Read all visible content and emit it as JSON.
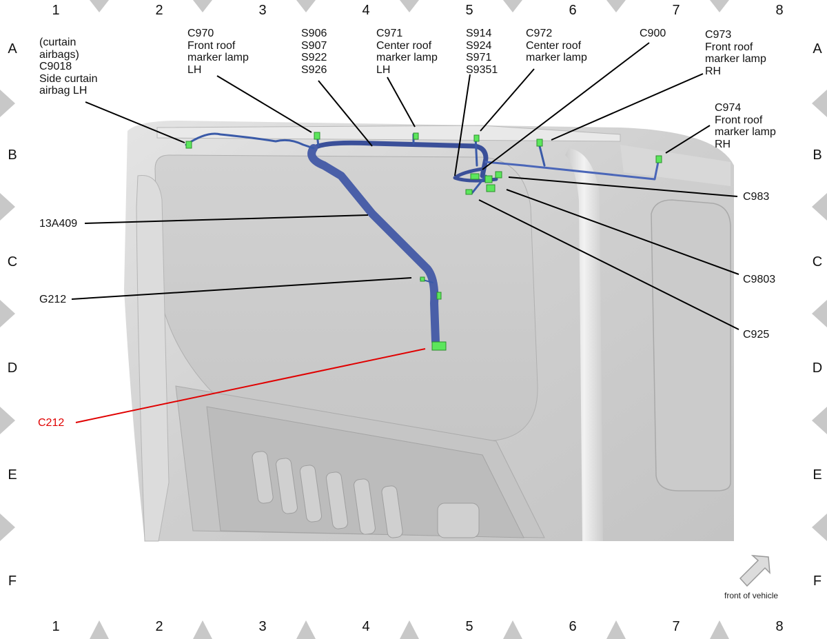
{
  "grid": {
    "columns": [
      "1",
      "2",
      "3",
      "4",
      "5",
      "6",
      "7",
      "8"
    ],
    "rows": [
      "A",
      "B",
      "C",
      "D",
      "E",
      "F"
    ]
  },
  "callouts": {
    "curtain_airbag": [
      "(curtain",
      "airbags)",
      "C9018",
      "Side curtain",
      "airbag LH"
    ],
    "c970": [
      "C970",
      "Front roof",
      "marker lamp",
      "LH"
    ],
    "splices_lh": [
      "S906",
      "S907",
      "S922",
      "S926"
    ],
    "c971": [
      "C971",
      "Center roof",
      "marker lamp",
      "LH"
    ],
    "splices_center": [
      "S914",
      "S924",
      "S971",
      "S9351"
    ],
    "c972": [
      "C972",
      "Center roof",
      "marker lamp"
    ],
    "c900": [
      "C900"
    ],
    "c973": [
      "C973",
      "Front roof",
      "marker lamp",
      "RH"
    ],
    "c974": [
      "C974",
      "Front roof",
      "marker lamp",
      "RH"
    ],
    "harness": "13A409",
    "ground": "G212",
    "c212": "C212",
    "c983": "C983",
    "c9803": "C9803",
    "c925": "C925"
  },
  "orientation": {
    "label": "front of vehicle",
    "icon": "arrow-up-right-icon"
  },
  "colors": {
    "harness": "#4a5fa8",
    "connector": "#5ce65c",
    "highlight": "#e00000",
    "panel": "#cfd0d0",
    "frame_diamond": "#c8c8c8"
  }
}
